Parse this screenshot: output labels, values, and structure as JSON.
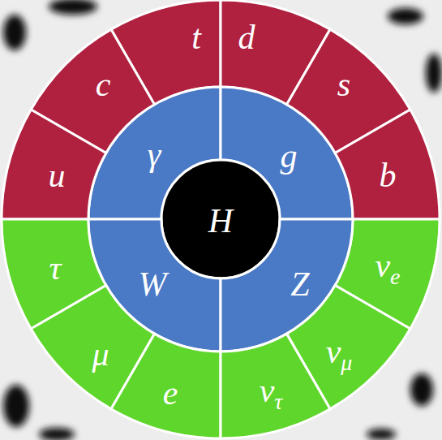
{
  "diagram": {
    "nodes": [
      {
        "text": [
          "t"
        ]
      },
      {
        "text": [
          "d"
        ]
      },
      {
        "text": [
          "c"
        ]
      },
      {
        "text": [
          "s"
        ]
      },
      {
        "text": [
          "γ"
        ]
      },
      {
        "text": [
          "g"
        ]
      },
      {
        "text": [
          "u"
        ]
      },
      {
        "text": [
          "b"
        ]
      },
      {
        "text": [
          "H"
        ]
      },
      {
        "text": [
          "τ"
        ]
      },
      {
        "text": [
          "νe"
        ]
      },
      {
        "text": [
          "W"
        ]
      },
      {
        "text": [
          "Z"
        ]
      },
      {
        "text": [
          "μ"
        ]
      },
      {
        "text": [
          "νμ"
        ]
      },
      {
        "text": [
          "e"
        ]
      },
      {
        "text": [
          "ντ"
        ]
      }
    ]
  }
}
